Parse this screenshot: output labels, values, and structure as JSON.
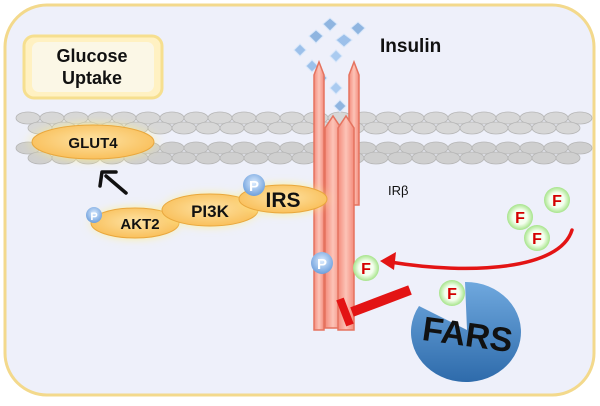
{
  "labels": {
    "glucose_uptake_line1": "Glucose",
    "glucose_uptake_line2": "Uptake",
    "insulin": "Insulin",
    "glut4": "GLUT4",
    "akt2": "AKT2",
    "pi3k": "PI3K",
    "irs": "IRS",
    "ir_beta": "IRβ",
    "fars": "FARS",
    "phospho": "P",
    "phe": "F"
  },
  "colors": {
    "cell_fill": "#eef0fa",
    "cell_border": "#f3d98c",
    "membrane": "#c9c9c9",
    "receptor": "#f7a79a",
    "protein_fill": "#fbc869",
    "protein_glow": "#fff3a8",
    "insulin_crystal": "#8fb5e0",
    "fars": "#3f7fbf",
    "inhibit_arrow": "#e31414",
    "phe_text": "#d40000",
    "phe_glow": "#b9eea0"
  },
  "icons": [
    "activation-arrow-icon",
    "transfer-arrow-icon",
    "inhibition-bar-icon"
  ]
}
